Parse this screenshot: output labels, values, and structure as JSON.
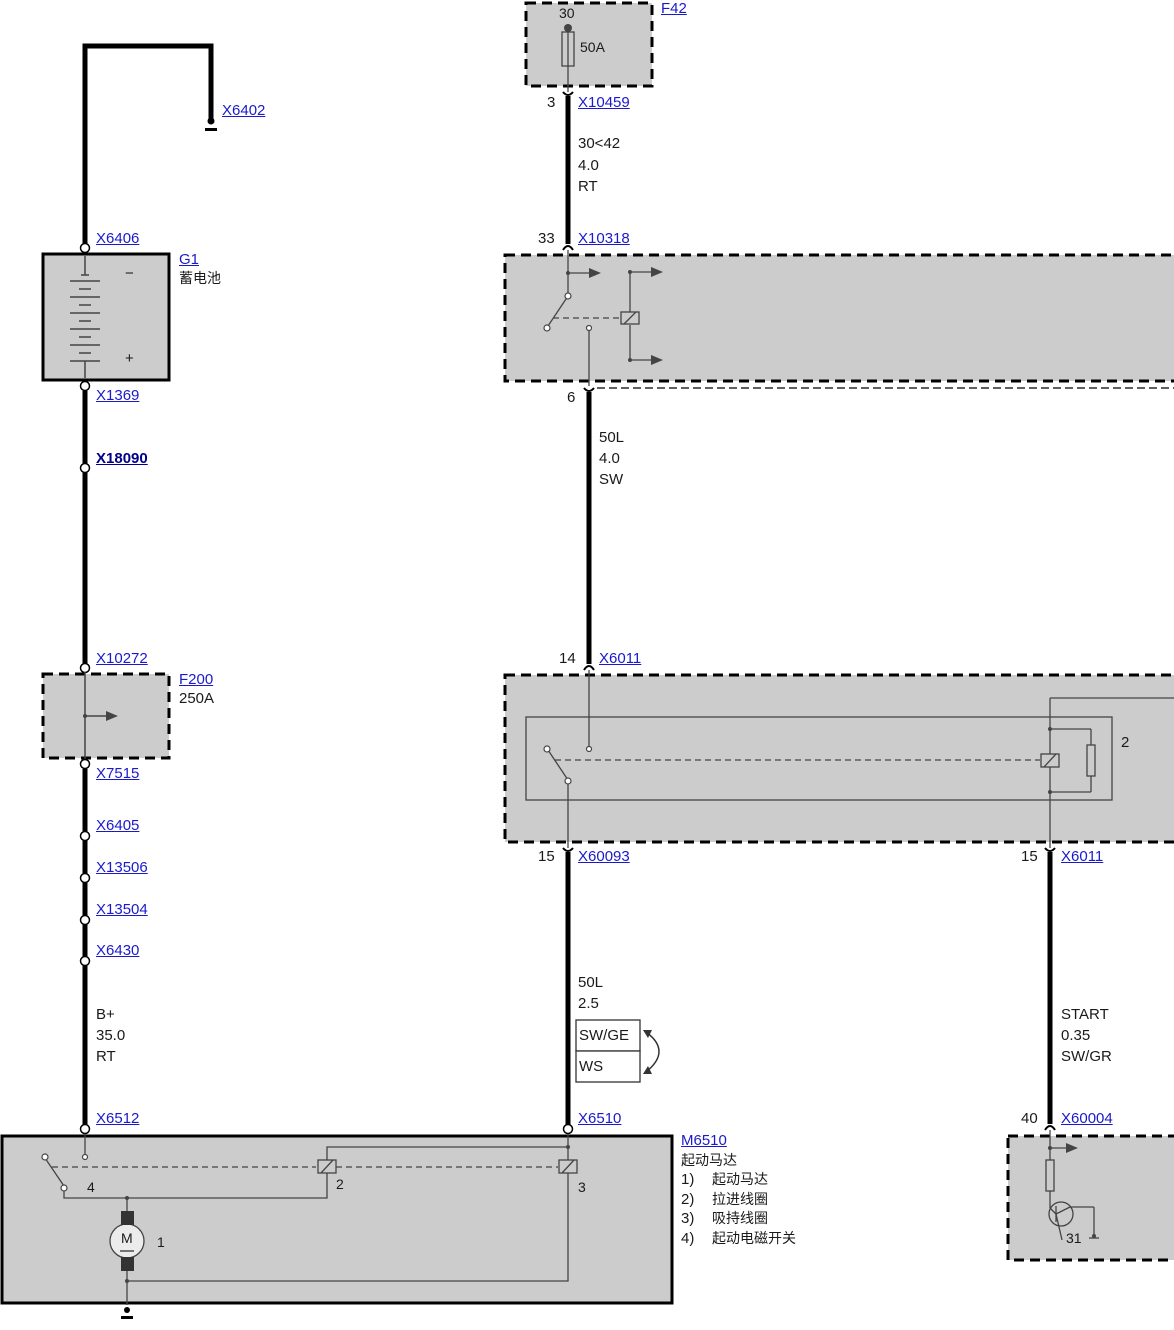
{
  "diagram": {
    "colors": {
      "wire": "#000000",
      "box_fill": "#cccccc",
      "link": "#1a1acc",
      "inner_line": "#444444"
    },
    "left_column": {
      "ground_top": {
        "connector": "X6402"
      },
      "battery": {
        "connector_top": "X6406",
        "id": "G1",
        "name": "蓄电池",
        "minus": "−",
        "plus": "+",
        "connector_bottom": "X1369"
      },
      "splice": "X18090",
      "fuse_box": {
        "connector_top": "X10272",
        "id": "F200",
        "rating": "250A",
        "connector_bottom": "X7515"
      },
      "connectors": [
        "X6405",
        "X13506",
        "X13504",
        "X6430"
      ],
      "wire": {
        "signal": "B+",
        "size": "35.0",
        "color": "RT"
      },
      "connector_motor": "X6512"
    },
    "middle_column": {
      "fuse": {
        "id": "F42",
        "terminal": "30",
        "rating": "50A"
      },
      "conn1": {
        "pin": "3",
        "id": "X10459"
      },
      "wire1": {
        "signal": "30<42",
        "size": "4.0",
        "color": "RT"
      },
      "conn2": {
        "pin": "33",
        "id": "X10318"
      },
      "conn3": {
        "pin": "6"
      },
      "wire2": {
        "signal": "50L",
        "size": "4.0",
        "color": "SW"
      },
      "conn4": {
        "pin": "14",
        "id": "X6011"
      },
      "relay_label": "2",
      "conn5": {
        "pin": "15",
        "id": "X60093"
      },
      "wire3": {
        "signal": "50L",
        "size": "2.5",
        "color_a": "SW/GE",
        "color_b": "WS"
      },
      "connector_motor": "X6510"
    },
    "right_column": {
      "conn1": {
        "pin": "15",
        "id": "X6011"
      },
      "wire": {
        "signal": "START",
        "size": "0.35",
        "color": "SW/GR"
      },
      "conn2": {
        "pin": "40",
        "id": "X60004"
      },
      "ground_terminal": "31"
    },
    "starter": {
      "id": "M6510",
      "name": "起动马达",
      "parts": [
        {
          "num": "1)",
          "label": "起动马达"
        },
        {
          "num": "2)",
          "label": "拉进线圈"
        },
        {
          "num": "3)",
          "label": "吸持线圈"
        },
        {
          "num": "4)",
          "label": "起动电磁开关"
        }
      ],
      "internal_labels": {
        "motor": "1",
        "pull_in": "2",
        "hold": "3",
        "switch": "4",
        "motor_symbol": "M"
      }
    }
  }
}
